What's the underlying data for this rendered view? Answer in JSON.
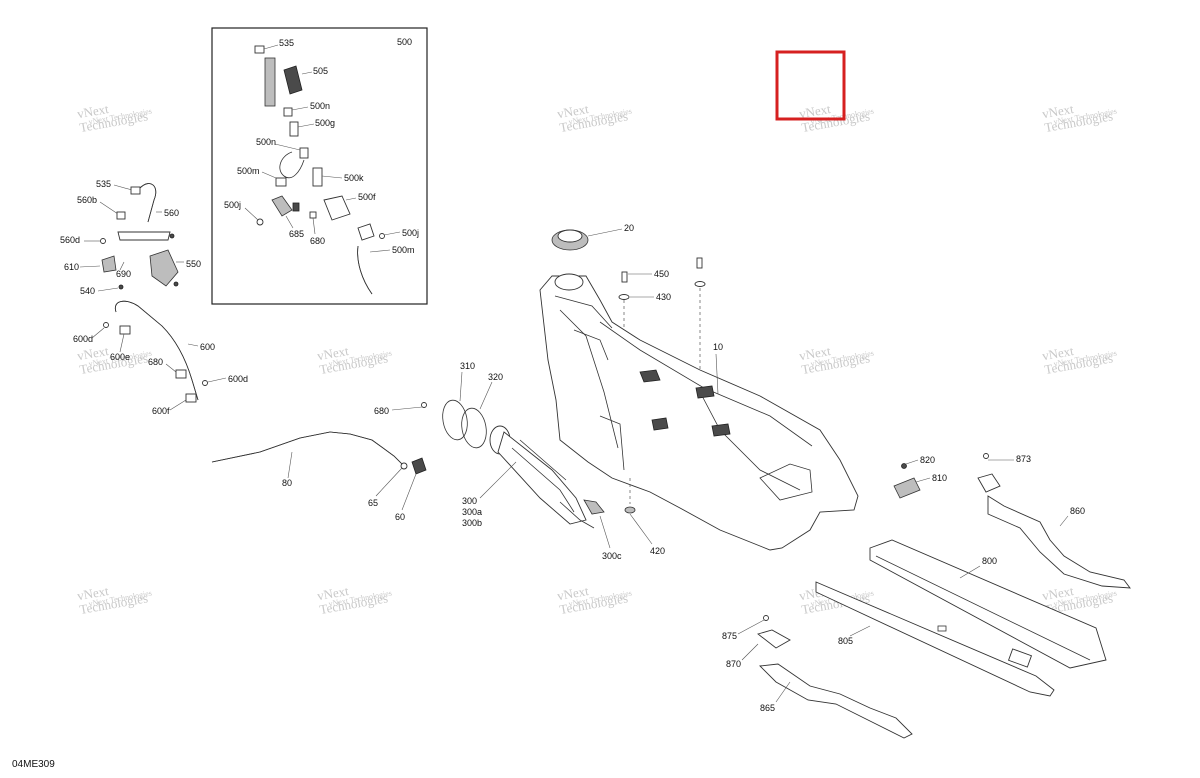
{
  "diagram_code": "04ME309",
  "inset": {
    "title": "500"
  },
  "labels": {
    "l535_inset": "535",
    "l505": "505",
    "l500n_a": "500n",
    "l500g": "500g",
    "l500n_b": "500n",
    "l500m_a": "500m",
    "l500k": "500k",
    "l500f": "500f",
    "l500j_a": "500j",
    "l685": "685",
    "l680_inset": "680",
    "l500j_b": "500j",
    "l500m_b": "500m",
    "l535": "535",
    "l560b": "560b",
    "l560": "560",
    "l560d": "560d",
    "l610": "610",
    "l690": "690",
    "l550": "550",
    "l540": "540",
    "l600d_a": "600d",
    "l600": "600",
    "l600e": "600e",
    "l680_hose": "680",
    "l600d_b": "600d",
    "l600f": "600f",
    "l310": "310",
    "l320": "320",
    "l680_pump": "680",
    "l80": "80",
    "l65": "65",
    "l60": "60",
    "l300": "300",
    "l300a": "300a",
    "l300b": "300b",
    "l300c": "300c",
    "l20": "20",
    "l450": "450",
    "l430": "430",
    "l10": "10",
    "l420": "420",
    "l820": "820",
    "l810": "810",
    "l873": "873",
    "l860": "860",
    "l800": "800",
    "l805": "805",
    "l875": "875",
    "l870": "870",
    "l865": "865"
  },
  "watermark": {
    "line1": "vNext",
    "line2": "Technologies",
    "full": "vNext Technologies"
  },
  "highlight_color": "#d62020",
  "watermark_color": "#c9c9c9"
}
